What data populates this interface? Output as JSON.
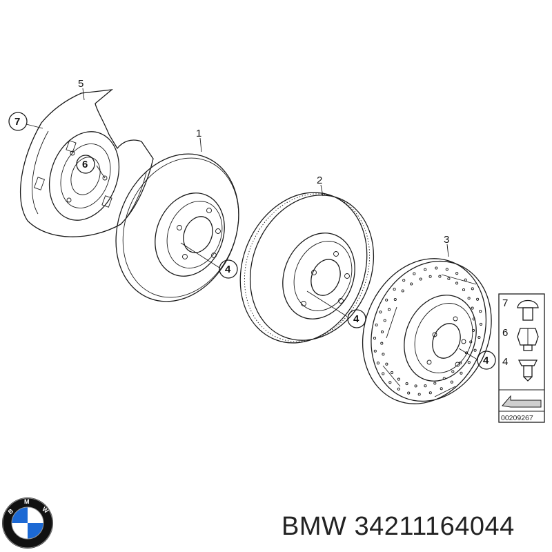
{
  "diagram": {
    "part_labels": [
      "1",
      "2",
      "3",
      "5"
    ],
    "callouts": [
      "7",
      "6",
      "4",
      "4",
      "4"
    ],
    "legend": {
      "items": [
        "7",
        "6",
        "4"
      ],
      "code": "00209267"
    }
  },
  "caption": {
    "brand": "BMW",
    "part_number": "34211164044"
  },
  "colors": {
    "line": "#1a1a1a",
    "logo_blue": "#1c69d4",
    "logo_ring": "#111111"
  }
}
